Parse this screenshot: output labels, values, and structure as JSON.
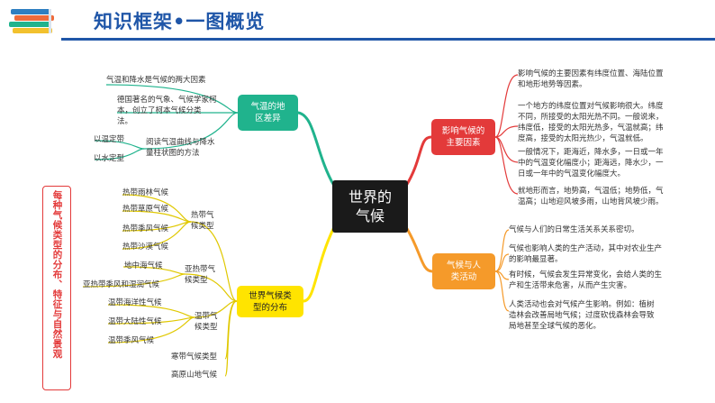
{
  "header": {
    "title": "知识框架•一图概览"
  },
  "colors": {
    "brand": "#1f56a8",
    "green": "#20b38d",
    "red": "#e33a3a",
    "yellow": "#ffe400",
    "orange": "#f59a2a",
    "center": "#1a1a1a"
  },
  "center": {
    "line1": "世界的",
    "line2": "气候"
  },
  "regional": {
    "line1": "气温的地",
    "line2": "区差异",
    "item1": "气温和降水是气候的两大因素",
    "item2": [
      "德国著名的气象、气候学家柯",
      "本，创立了柯本气候分类",
      "法。"
    ],
    "item3": [
      "阅读气温曲线与降水",
      "量柱状图的方法"
    ],
    "sub1": "以温定带",
    "sub2": "以水定型"
  },
  "types": {
    "line1": "世界气候类",
    "line2": "型的分布",
    "tropical": {
      "line1": "热带气",
      "line2": "候类型",
      "items": [
        "热带雨林气候",
        "热带草原气候",
        "热带季风气候",
        "热带沙漠气候"
      ]
    },
    "subtropical": {
      "line1": "亚热带气",
      "line2": "候类型",
      "items": [
        "地中海气候",
        "亚热带季风和湿润气候"
      ]
    },
    "temperate": {
      "line1": "温带气",
      "line2": "候类型",
      "items": [
        "温带海洋性气候",
        "温带大陆性气候",
        "温带季风气候"
      ]
    },
    "frigid": "寒带气候类型",
    "highland": "高原山地气候"
  },
  "factors": {
    "line1": "影响气候的",
    "line2": "主要因素",
    "p1": [
      "影响气候的主要因素有纬度位置、海陆位置",
      "和地形地势等因素。"
    ],
    "p2": [
      "一个地方的纬度位置对气候影响很大。纬度",
      "不同，所接受的太阳光热不同。一般说来，",
      "纬度低，接受的太阳光热多，气温就高；纬",
      "度高，接受的太阳光热少，气温就低。"
    ],
    "p3": [
      "一般情况下，距海近，降水多，一日或一年",
      "中的气温变化幅度小；距海远，降水少，一",
      "日或一年中的气温变化幅度大。"
    ],
    "p4": [
      "就地形而言，地势高，气温低；地势低，气",
      "温高；山地迎风坡多雨，山地背风坡少雨。"
    ]
  },
  "human": {
    "line1": "气候与人",
    "line2": "类活动",
    "p1": [
      "气候与人们的日常生活关系关系密切。"
    ],
    "p2": [
      "气候也影响人类的生产活动，其中对农业生产",
      "的影响最显著。"
    ],
    "p3": [
      "有时候，气候会发生异常变化，会给人类的生",
      "产和生活带来危害，从而产生灾害。"
    ],
    "p4": [
      "人类活动也会对气候产生影响。例如：植树",
      "造林会改善局地气候；过度砍伐森林会导致",
      "局地甚至全球气候的恶化。"
    ]
  },
  "side": {
    "text": "每种气候类型的分布、特征与自然景观"
  }
}
